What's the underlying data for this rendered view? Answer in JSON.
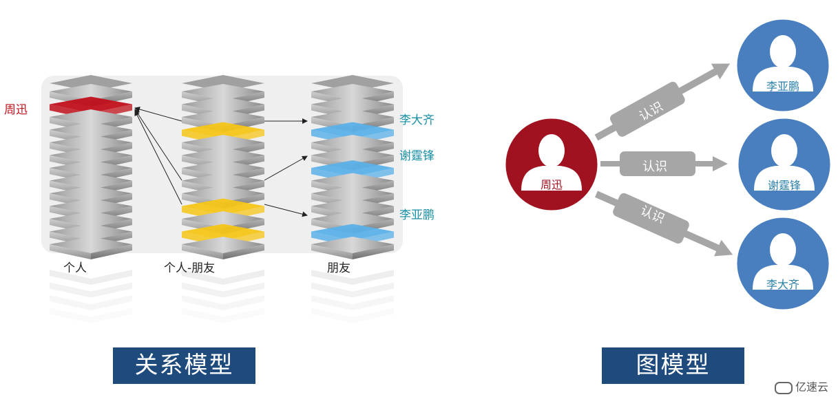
{
  "relational": {
    "person_label": "周迅",
    "friends": [
      "李大齐",
      "谢霆锋",
      "李亚鹏"
    ],
    "columns": [
      "个人",
      "个人-朋友",
      "朋友"
    ],
    "title": "关系模型"
  },
  "graph": {
    "center": "周迅",
    "nodes": [
      "李亚鹏",
      "谢霆锋",
      "李大齐"
    ],
    "edge_label": "认识",
    "title": "图模型"
  },
  "colors": {
    "red": "#c0101a",
    "yellow": "#f5c518",
    "blue": "#5ab0e8",
    "node_blue": "#4a7fbf",
    "node_red": "#a0121f",
    "arrow_gray": "#a6a6a6",
    "title_bg": "#1e4a7c"
  },
  "watermark": "亿速云"
}
